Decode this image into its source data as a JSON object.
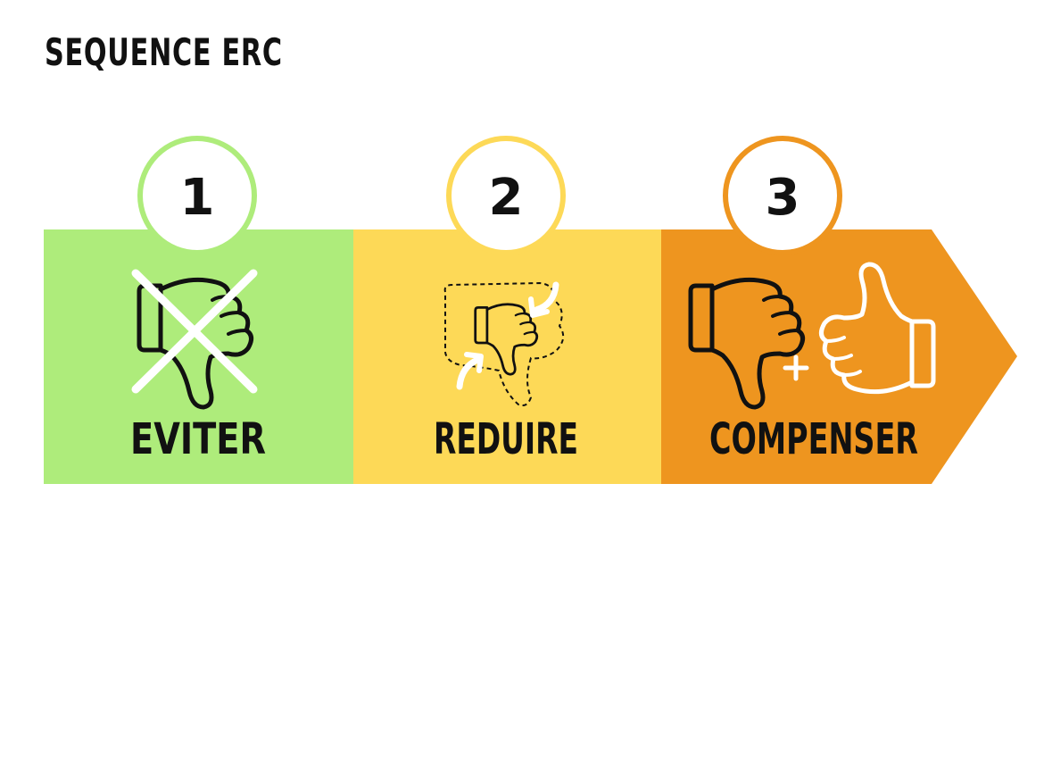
{
  "title": "SEQUENCE ERC",
  "colors": {
    "step1": "#aeec7b",
    "step2": "#fdd957",
    "step3": "#ee951f",
    "ink": "#111111",
    "white": "#ffffff"
  },
  "steps": [
    {
      "number": "1",
      "label": "EVITER",
      "icon": "crossed-thumbs-down-icon"
    },
    {
      "number": "2",
      "label": "REDUIRE",
      "icon": "shrinking-thumbs-down-icon"
    },
    {
      "number": "3",
      "label": "COMPENSER",
      "icon": "thumbs-down-plus-thumbs-up-icon"
    }
  ]
}
